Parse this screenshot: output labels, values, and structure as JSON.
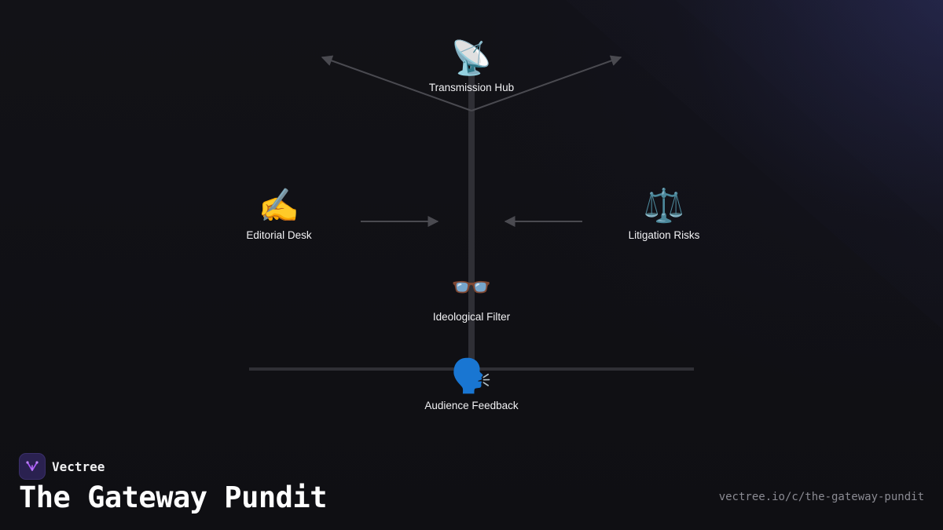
{
  "diagram": {
    "nodes": [
      {
        "id": "transmission-hub",
        "label": "Transmission Hub",
        "icon": "satellite-dish-icon",
        "emoji": "📡"
      },
      {
        "id": "editorial-desk",
        "label": "Editorial Desk",
        "icon": "writing-hand-icon",
        "emoji": "✍️"
      },
      {
        "id": "litigation-risks",
        "label": "Litigation Risks",
        "icon": "balance-scale-icon",
        "emoji": "⚖️"
      },
      {
        "id": "ideological-filter",
        "label": "Ideological Filter",
        "icon": "glasses-icon",
        "emoji": "👓"
      },
      {
        "id": "audience-feedback",
        "label": "Audience Feedback",
        "icon": "speaking-head-icon",
        "emoji": "🗣️"
      }
    ],
    "edges": [
      {
        "from": "editorial-desk",
        "to": "trunk"
      },
      {
        "from": "litigation-risks",
        "to": "trunk"
      },
      {
        "from": "transmission-hub",
        "to": "left-branch"
      },
      {
        "from": "transmission-hub",
        "to": "right-branch"
      }
    ],
    "colors": {
      "trunk": "#2f2f35",
      "arrow": "#4a4a50",
      "background": "#111116",
      "accent": "#a855f7"
    }
  },
  "brand": {
    "name": "Vectree",
    "logo_icon": "vectree-logo-icon"
  },
  "footer": {
    "title": "The Gateway Pundit",
    "url": "vectree.io/c/the-gateway-pundit"
  }
}
